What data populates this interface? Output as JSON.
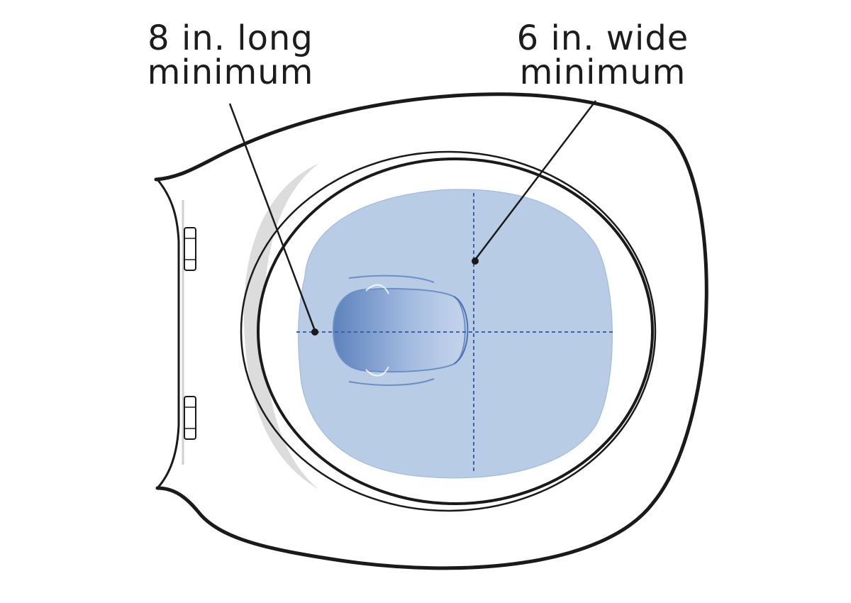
{
  "callouts": {
    "length": {
      "line1": "8 in. long",
      "line2": "minimum"
    },
    "width": {
      "line1": "6 in. wide",
      "line2": "minimum"
    }
  },
  "colors": {
    "outline": "#1a1a1a",
    "water": "#b8cce6",
    "water_edge": "#a9bfdf",
    "drain": "#6c8fc6",
    "measure_line": "#3d62a8",
    "rim_shadow": "#dcdcdc"
  }
}
